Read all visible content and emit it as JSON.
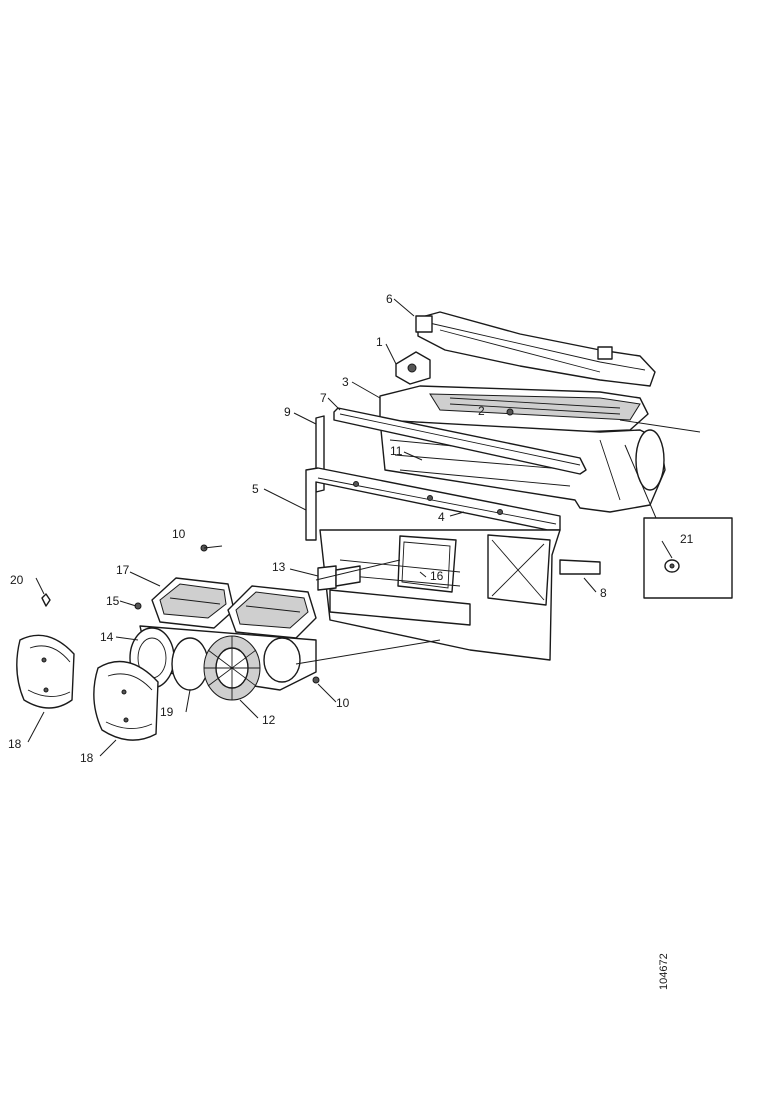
{
  "diagram": {
    "reference_number": "104672",
    "callouts": [
      {
        "id": "c6",
        "label": "6"
      },
      {
        "id": "c1",
        "label": "1"
      },
      {
        "id": "c3",
        "label": "3"
      },
      {
        "id": "c7",
        "label": "7"
      },
      {
        "id": "c2",
        "label": "2"
      },
      {
        "id": "c9",
        "label": "9"
      },
      {
        "id": "c11",
        "label": "11"
      },
      {
        "id": "c5",
        "label": "5"
      },
      {
        "id": "c4",
        "label": "4"
      },
      {
        "id": "c21",
        "label": "21"
      },
      {
        "id": "c10a",
        "label": "10"
      },
      {
        "id": "c13",
        "label": "13"
      },
      {
        "id": "c16",
        "label": "16"
      },
      {
        "id": "c8",
        "label": "8"
      },
      {
        "id": "c20",
        "label": "20"
      },
      {
        "id": "c17",
        "label": "17"
      },
      {
        "id": "c15",
        "label": "15"
      },
      {
        "id": "c14",
        "label": "14"
      },
      {
        "id": "c10b",
        "label": "10"
      },
      {
        "id": "c12",
        "label": "12"
      },
      {
        "id": "c19",
        "label": "19"
      },
      {
        "id": "c18a",
        "label": "18"
      },
      {
        "id": "c18b",
        "label": "18"
      }
    ]
  }
}
